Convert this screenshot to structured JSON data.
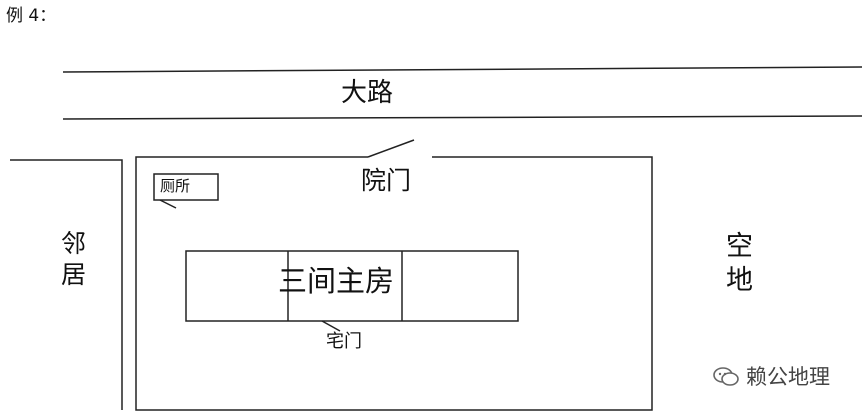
{
  "example_label": "例 4：",
  "road": "大路",
  "yard_gate": "院门",
  "toilet": "厕所",
  "main_house": "三间主房",
  "house_door": "宅门",
  "neighbor": [
    "邻",
    "居"
  ],
  "open_land": [
    "空",
    "地"
  ],
  "watermark": "赖公地理",
  "watermark_icon": "wechat-icon"
}
